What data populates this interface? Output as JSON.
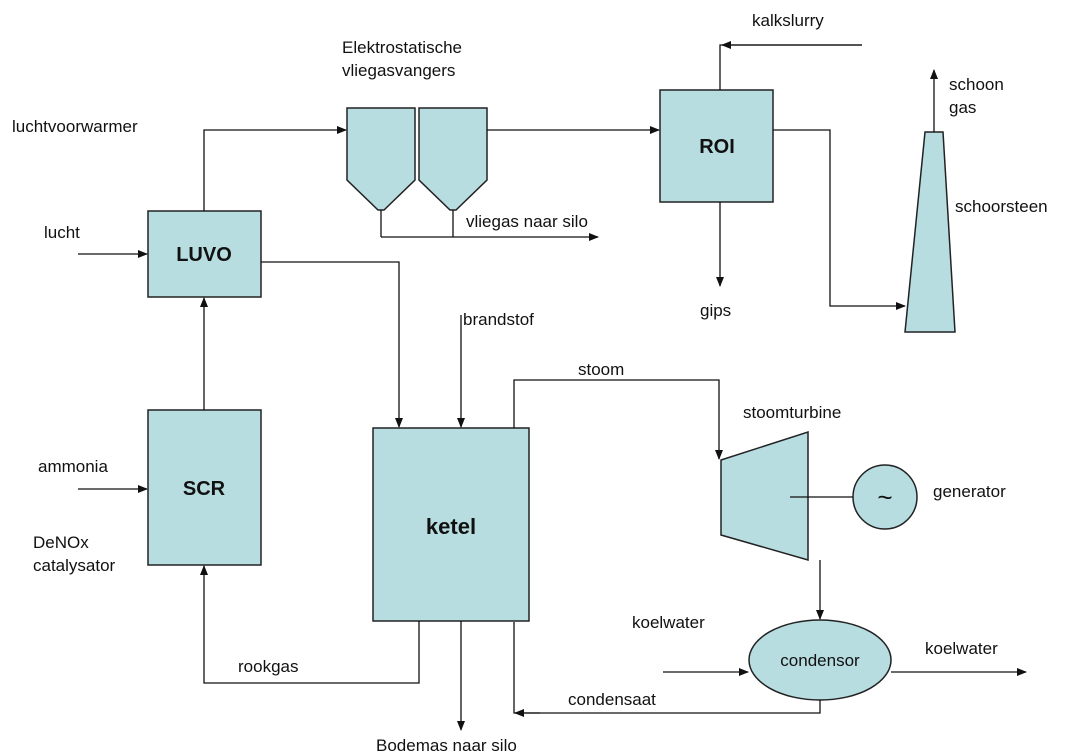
{
  "colors": {
    "component_fill": "#b7dde1",
    "stroke": "#222222",
    "line": "#111111"
  },
  "components": {
    "luvo": "LUVO",
    "scr": "SCR",
    "roi": "ROI",
    "ketel": "ketel",
    "condensor": "condensor",
    "generator_symbol": "~"
  },
  "labels": {
    "luchtvoorwarmer": "luchtvoorwarmer",
    "lucht": "lucht",
    "ammonia": "ammonia",
    "denox_1": "DeNOx",
    "denox_2": "catalysator",
    "esp_1": "Elektrostatische",
    "esp_2": "vliegasvangers",
    "vliegas": "vliegas naar silo",
    "kalkslurry": "kalkslurry",
    "schoon_1": "schoon",
    "schoon_2": "gas",
    "schoorsteen": "schoorsteen",
    "gips": "gips",
    "brandstof": "brandstof",
    "stoom": "stoom",
    "stoomturbine": "stoomturbine",
    "generator": "generator",
    "koelwater_in": "koelwater",
    "koelwater_out": "koelwater",
    "rookgas": "rookgas",
    "condensaat": "condensaat",
    "bodemas": "Bodemas naar silo"
  }
}
